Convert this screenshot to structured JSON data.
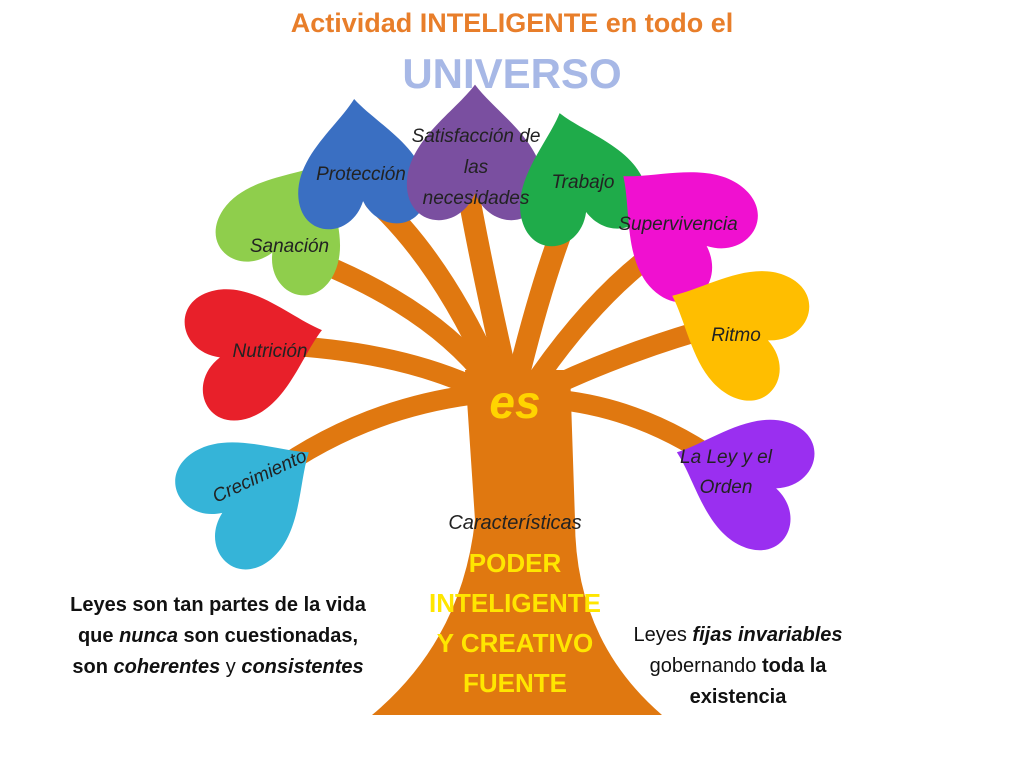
{
  "title": {
    "line1": "Actividad INTELIGENTE en todo el",
    "line2": "UNIVERSO"
  },
  "colors": {
    "title1": "#e87e2a",
    "title2": "#a7b8e6",
    "trunk": "#e07810",
    "trunk_text": "#ffe600"
  },
  "hearts": [
    {
      "label": "Crecimiento",
      "color": "#35b4d8"
    },
    {
      "label": "Nutrición",
      "color": "#e8202a"
    },
    {
      "label": "Sanación",
      "color": "#8fce4c"
    },
    {
      "label": "Protección",
      "color": "#3a6fc2"
    },
    {
      "label": "Satisfacción de las necesidades",
      "color": "#7a4fa0"
    },
    {
      "label": "Trabajo",
      "color": "#1fab4a"
    },
    {
      "label": "Supervivencia",
      "color": "#f010d0"
    },
    {
      "label": "Ritmo",
      "color": "#ffbe00"
    },
    {
      "label": "La Ley y el Orden",
      "color": "#9a2ff0"
    }
  ],
  "center": {
    "es": "es",
    "caracteristicas": "Características",
    "trunk_lines": [
      "PODER",
      "INTELIGENTE",
      "Y CREATIVO",
      "FUENTE"
    ]
  },
  "notes": {
    "left": {
      "p1": "Leyes son tan partes de la vida que ",
      "p2": "nunca",
      "p3": " son cuestionadas, son ",
      "p4": "coherentes",
      "p5": " y ",
      "p6": "consistentes"
    },
    "right": {
      "p1": "Leyes ",
      "p2": "fijas invariables",
      "p3": " gobernando ",
      "p4": "toda la existencia"
    }
  }
}
